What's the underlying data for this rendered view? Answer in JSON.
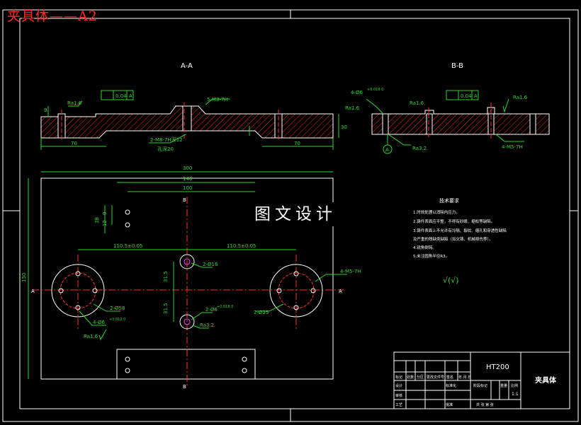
{
  "header": {
    "title": "夹具体——A2",
    "overlay": "图文设计"
  },
  "views": {
    "section_aa": "A-A",
    "section_bb": "B-B",
    "cut_a": "A",
    "cut_b": "B"
  },
  "annotations": {
    "flatness": "0.04",
    "datum_a": "A",
    "roughness_16": "Ra1.6",
    "roughness_32": "Ra3.2",
    "thread_m3": "5-M3-7H",
    "thread_m8_deep": "2-M8-7H深12",
    "hole_depth": "孔深20",
    "hole_6": "4-Ø6",
    "hole_6_tol": "+0.018 0",
    "thread_m5": "4-M5-7H",
    "thread_m5_top": "4-M5-7H",
    "hole_16": "2-Ø16",
    "hole_6b": "2-Ø6",
    "hole_6b_tol": "+0.018 0",
    "hole_58": "2-Ø58",
    "hole_35": "2-Ø35",
    "hole_6c": "4-Ø6",
    "hole_6c_tol": "+0.012 0",
    "roughness_check": "√(√)"
  },
  "dimensions": {
    "d300": "300",
    "d140": "140",
    "d100": "100",
    "d70a": "70",
    "d70b": "70",
    "d30": "30",
    "d12": "12",
    "d9": "9",
    "d38": "38",
    "d150": "150",
    "d110l": "110.5±0.05",
    "d110r": "110.5±0.05",
    "d31a": "31.5",
    "d31b": "31.5",
    "d9s": "9"
  },
  "notes": {
    "title": "技术要求",
    "lines": [
      "1.时效处理以消除内应力。",
      "2.铸件表面应平整，不得有砂眼、缩松等缺陷。",
      "3.铸件表面上不允许有冷隔、裂纹、缩孔和穿透性缺陷",
      "  及严重的残缺类缺陷（如欠铸、机械损伤等）。",
      "4.锐角倒钝。",
      "5.未注圆角半径R3。"
    ]
  },
  "title_block": {
    "material": "HT200",
    "part_name": "夹具体",
    "scale": "1:1",
    "row_headers": [
      "标记",
      "处数",
      "分区",
      "更改文件号",
      "签名",
      "年.月.日"
    ],
    "labels": {
      "design": "设计",
      "standard": "标准化",
      "stage": "阶段标记",
      "weight": "重量",
      "ratio": "比例",
      "check": "审核",
      "craft": "工艺",
      "approve": "批准",
      "sheets": "共  张  第  张"
    }
  },
  "colors": {
    "outline": "#ffffff",
    "dimension": "#2bd92b",
    "hatch": "#ff3030",
    "center": "#ff3030",
    "note": "#ffffff",
    "title": "#ff2a2a",
    "accent": "#ff40ff"
  }
}
